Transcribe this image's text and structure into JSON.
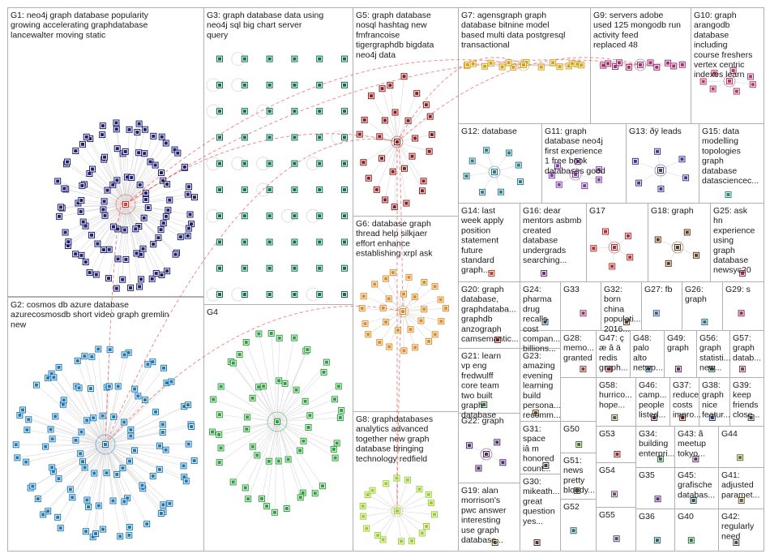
{
  "groups": [
    {
      "id": "G1",
      "label": "G1: neo4j graph database popularity growing accelerating graphdatabase lancewalter moving static",
      "color": "#1e1e6e",
      "layout": "hub",
      "hub_color": "#e53935",
      "count": 110
    },
    {
      "id": "G2",
      "label": "G2: cosmos db azure database azurecosmosdb short video graph gremlin new",
      "color": "#1f78b4",
      "layout": "hub",
      "hub_color": "#1f78b4",
      "count": 105
    },
    {
      "id": "G3",
      "label": "G3: graph database data using neo4j sql big chart server query",
      "color": "#0b6e4f",
      "layout": "grid",
      "count": 60
    },
    {
      "id": "G4",
      "label": "G4",
      "color": "#2e9e3e",
      "layout": "hub",
      "hub_color": "#2e9e3e",
      "count": 55
    },
    {
      "id": "G5",
      "label": "G5: graph database nosql hashtag new fmfrancoise tigergraphdb bigdata neo4j data",
      "color": "#8b1a1a",
      "layout": "hub",
      "hub_color": "#8b1a1a",
      "count": 28
    },
    {
      "id": "G6",
      "label": "G6: database graph thread help silkjaer effort enhance establishing xrpl ask",
      "color": "#d98c2b",
      "layout": "hub",
      "hub_color": "#d98c2b",
      "count": 28
    },
    {
      "id": "G7",
      "label": "G7: agensgraph graph database bitnine model based multi data postgresql transactional",
      "color": "#d4a017",
      "layout": "hub",
      "hub_color": "#d4a017",
      "count": 16
    },
    {
      "id": "G8",
      "label": "G8: graphdatabases analytics advanced together new graph database bringing technology redfield",
      "color": "#9acd32",
      "layout": "hub",
      "hub_color": "#9acd32",
      "count": 18
    },
    {
      "id": "G9",
      "label": "G9: servers adobe used 125 mongodb run activity feed replaced 48",
      "color": "#a0306e",
      "layout": "hub",
      "hub_color": "#a0306e",
      "count": 10
    },
    {
      "id": "G10",
      "label": "G10: graph arangodb database including course freshers vertex centric indexes learn",
      "color": "#b03a6a",
      "layout": "hub",
      "hub_color": "#b03a6a",
      "count": 7
    },
    {
      "id": "G11",
      "label": "G11: graph database neo4j first experience 1 free book databases good",
      "color": "#7b3fa0",
      "layout": "hub",
      "hub_color": "#7b3fa0",
      "count": 7
    },
    {
      "id": "G12",
      "label": "G12: database",
      "color": "#2a7a8a",
      "layout": "hub",
      "hub_color": "#2a7a8a",
      "count": 8
    },
    {
      "id": "G13",
      "label": "G13: ðÿ leads",
      "color": "#3a3a8a",
      "layout": "hub",
      "hub_color": "#3a3a8a",
      "count": 6
    },
    {
      "id": "G14",
      "label": "G14: last week apply position statement future standard graph...",
      "color": "#c0392b",
      "layout": "none",
      "count": 0
    },
    {
      "id": "G15",
      "label": "G15: data modelling topologies graph database datasciencec...",
      "color": "#2a8a6a",
      "layout": "none",
      "count": 0
    },
    {
      "id": "G16",
      "label": "G16: dear mentors asbmb created database undergrads searching...",
      "color": "#6a2a8a",
      "layout": "none",
      "count": 0
    },
    {
      "id": "G17",
      "label": "G17",
      "color": "#b52a2a",
      "layout": "hub",
      "hub_color": "#b52a2a",
      "count": 5
    },
    {
      "id": "G18",
      "label": "G18: graph",
      "color": "#5a3a1a",
      "layout": "hub",
      "hub_color": "#5a3a1a",
      "count": 4
    },
    {
      "id": "G19",
      "label": "G19: alan morrison's pwc answer interesting use graph database...",
      "color": "#6b4a2a",
      "layout": "none",
      "count": 0
    },
    {
      "id": "G20",
      "label": "G20: graph database, graphdataba... graphdb anzograph camsemantic...",
      "color": "#a83232",
      "layout": "none",
      "count": 0
    },
    {
      "id": "G21",
      "label": "G21: learn vp eng fredwulff core team two built graph database",
      "color": "#3a6a3a",
      "layout": "none",
      "count": 0
    },
    {
      "id": "G22",
      "label": "G22: graph",
      "color": "#4a2a6a",
      "layout": "hub",
      "hub_color": "#4a2a6a",
      "count": 4
    },
    {
      "id": "G23",
      "label": "G23: amazing evening learning build persona... recomm...",
      "color": "#6a4a2a",
      "layout": "none",
      "count": 0
    },
    {
      "id": "G24",
      "label": "G24: pharma drug recalls cost compan... billions...",
      "color": "#2a4a6a",
      "layout": "none",
      "count": 0
    },
    {
      "id": "G25",
      "label": "G25: ask hn experience using graph database newsyc20",
      "color": "#a02a4a",
      "layout": "none",
      "count": 0
    },
    {
      "id": "G26",
      "label": "G26: graph",
      "color": "#2a6a8a",
      "layout": "none",
      "count": 0
    },
    {
      "id": "G27",
      "label": "G27: fb",
      "color": "#3a5a8a",
      "layout": "none",
      "count": 0
    },
    {
      "id": "G28",
      "label": "G28: memo... granted",
      "color": "#8a3a3a",
      "layout": "none",
      "count": 0
    },
    {
      "id": "G29",
      "label": "G29: s",
      "color": "#8a2a5a",
      "layout": "none",
      "count": 0
    },
    {
      "id": "G30",
      "label": "G30: mikeath... great question yes...",
      "color": "#5a2a2a",
      "layout": "none",
      "count": 0
    },
    {
      "id": "G31",
      "label": "G31: space iâ m honored count...",
      "color": "#3a3a3a",
      "layout": "none",
      "count": 0
    },
    {
      "id": "G32",
      "label": "G32: born china populati... 2016...",
      "color": "#6a3a2a",
      "layout": "none",
      "count": 0
    },
    {
      "id": "G33",
      "label": "G33",
      "color": "#8a3a6a",
      "layout": "none",
      "count": 0
    },
    {
      "id": "G34",
      "label": "G34: building enterpri...",
      "color": "#3a6a4a",
      "layout": "none",
      "count": 0
    },
    {
      "id": "G35",
      "label": "G35",
      "color": "#5a2a6a",
      "layout": "none",
      "count": 0
    },
    {
      "id": "G36",
      "label": "G36",
      "color": "#2a5a6a",
      "layout": "none",
      "count": 0
    },
    {
      "id": "G37",
      "label": "G37: reduce costs impro...",
      "color": "#6a2a2a",
      "layout": "none",
      "count": 0
    },
    {
      "id": "G38",
      "label": "G38: graph nice featur...",
      "color": "#2a3a6a",
      "layout": "none",
      "count": 0
    },
    {
      "id": "G39",
      "label": "G39: keep friends close...",
      "color": "#3a4a3a",
      "layout": "none",
      "count": 0
    },
    {
      "id": "G40",
      "label": "G40",
      "color": "#2a6a3a",
      "layout": "none",
      "count": 0
    },
    {
      "id": "G41",
      "label": "G41: adjusted paramet...",
      "color": "#6a5a2a",
      "layout": "none",
      "count": 0
    },
    {
      "id": "G42",
      "label": "G42: regularly need",
      "color": "#4a4a4a",
      "layout": "none",
      "count": 0
    },
    {
      "id": "G43",
      "label": "G43: ã meetup tokyo...",
      "color": "#5a3a5a",
      "layout": "none",
      "count": 0
    },
    {
      "id": "G44",
      "label": "G44",
      "color": "#6a6a2a",
      "layout": "none",
      "count": 0
    },
    {
      "id": "G45",
      "label": "G45: grafische databas...",
      "color": "#2a4a4a",
      "layout": "none",
      "count": 0
    },
    {
      "id": "G46",
      "label": "G46: camp... people listed...",
      "color": "#4a2a4a",
      "layout": "none",
      "count": 0
    },
    {
      "id": "G47",
      "label": "G47: ç æ â ä redis graph...",
      "color": "#a02a2a",
      "layout": "none",
      "count": 0
    },
    {
      "id": "G48",
      "label": "G48: palo alto netwo...",
      "color": "#2a5a8a",
      "layout": "none",
      "count": 0
    },
    {
      "id": "G49",
      "label": "G49: graph",
      "color": "#6a2a5a",
      "layout": "none",
      "count": 0
    },
    {
      "id": "G50",
      "label": "G50",
      "color": "#4a6a2a",
      "layout": "none",
      "count": 0
    },
    {
      "id": "G51",
      "label": "G51: news pretty bloody...",
      "color": "#5a4a3a",
      "layout": "none",
      "count": 0
    },
    {
      "id": "G52",
      "label": "G52",
      "color": "#2a6a6a",
      "layout": "none",
      "count": 0
    },
    {
      "id": "G53",
      "label": "G53",
      "color": "#8a2a2a",
      "layout": "none",
      "count": 0
    },
    {
      "id": "G54",
      "label": "G54",
      "color": "#6a4a6a",
      "layout": "none",
      "count": 0
    },
    {
      "id": "G55",
      "label": "G55",
      "color": "#4a4a6a",
      "layout": "none",
      "count": 0
    },
    {
      "id": "G56",
      "label": "G56: graph statisti... new...",
      "color": "#3a5a5a",
      "layout": "none",
      "count": 0
    },
    {
      "id": "G57",
      "label": "G57: graph datab...",
      "color": "#8a3a4a",
      "layout": "none",
      "count": 0
    },
    {
      "id": "G58",
      "label": "G58: hurrico... hope...",
      "color": "#5a5a3a",
      "layout": "none",
      "count": 0
    }
  ],
  "style": {
    "border_color": "#b0b0b0",
    "edge_color": "#d9d9d9",
    "cross_edge_color": "#ef5350",
    "label_color": "#1a1a1a"
  }
}
